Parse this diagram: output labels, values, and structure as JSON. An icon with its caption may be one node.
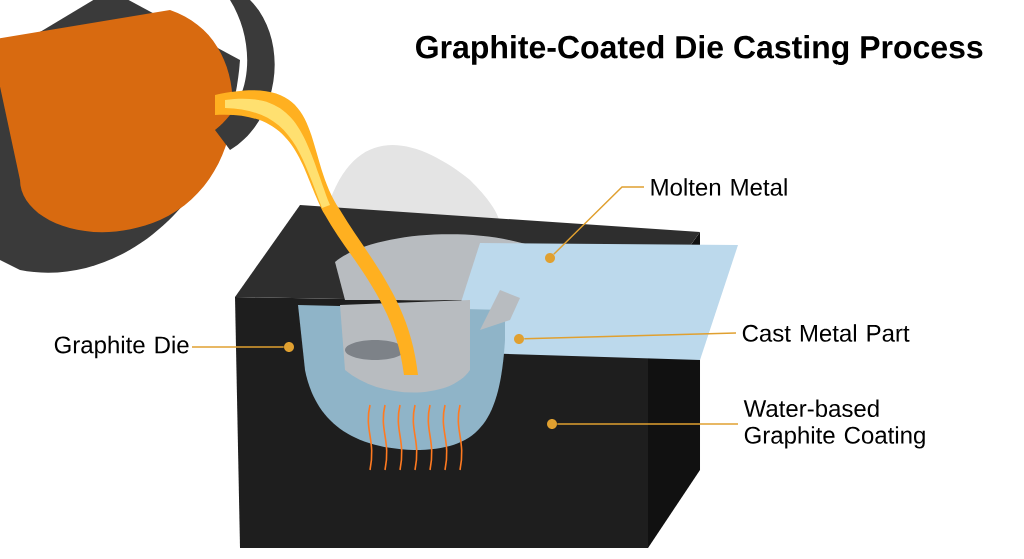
{
  "diagram": {
    "title": "Graphite-Coated Die Casting Process",
    "nodes": [
      {
        "text": [
          "Molten Metal"
        ]
      },
      {
        "text": [
          "Graphite Die"
        ]
      },
      {
        "text": [
          "Cast Metal Part"
        ]
      },
      {
        "text": [
          "Water-based Graphite Coating"
        ]
      },
      {
        "text": [],
        "shape": "circle"
      },
      {
        "text": [],
        "shape": "circle"
      },
      {
        "text": [],
        "shape": "circle"
      },
      {
        "text": [],
        "shape": "circle"
      }
    ],
    "edges": [
      {
        "from": 0,
        "to": 4,
        "arrow": "none"
      },
      {
        "from": 1,
        "to": 5,
        "arrow": "none"
      },
      {
        "from": 2,
        "to": 6,
        "arrow": "none"
      },
      {
        "from": 3,
        "to": 7,
        "arrow": "none"
      }
    ]
  }
}
